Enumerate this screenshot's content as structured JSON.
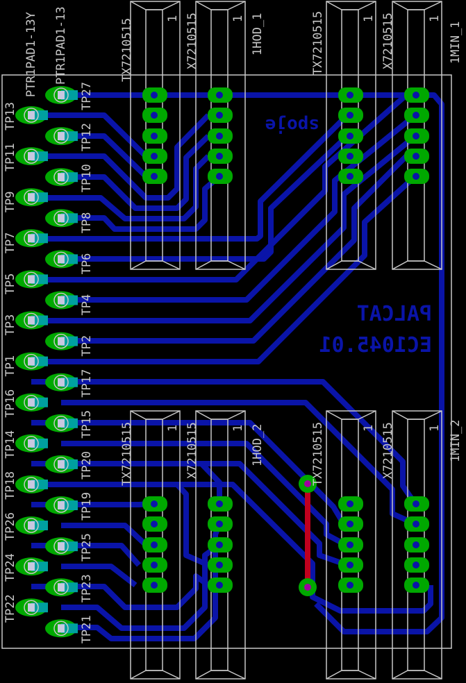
{
  "board": {
    "colors": {
      "background": "#000000",
      "trace_bottom": "#0a14a8",
      "trace_top": "#c0001e",
      "pad": "#00a800",
      "outline": "#c8c8c8"
    },
    "connectors": [
      {
        "name": "TX7210515",
        "value": "1HOD_1",
        "pin1": "1",
        "overlap_label": "X7210515"
      },
      {
        "name": "TX7210515",
        "value": "1MIN_1",
        "pin1": "1",
        "overlap_label": "X7210515"
      },
      {
        "name": "TX7210515",
        "value": "1HOD_2",
        "pin1": "1",
        "overlap_label": "X7210515"
      },
      {
        "name": "TX7210515",
        "value": "1MIN_2",
        "pin1": "1",
        "overlap_label": "X7210515"
      }
    ],
    "testpoints_left": [
      "TP13",
      "TP11",
      "TP9",
      "TP7",
      "TP5",
      "TP3",
      "TP1",
      "TP16",
      "TP14",
      "TP18",
      "TP26",
      "TP24",
      "TP22"
    ],
    "testpoints_right": [
      "TP27",
      "TP12",
      "TP10",
      "TP8",
      "TP6",
      "TP4",
      "TP2",
      "TP17",
      "TP15",
      "TP20",
      "TP19",
      "TP25",
      "TP23",
      "TP21"
    ],
    "tp_value": "PTR1PAD1-13Y",
    "tp_value_short": "PTR1PAD1-13",
    "mirrored_text": {
      "spoje": "spoje",
      "company": "PALCAT",
      "code": "EC1045.01"
    }
  }
}
